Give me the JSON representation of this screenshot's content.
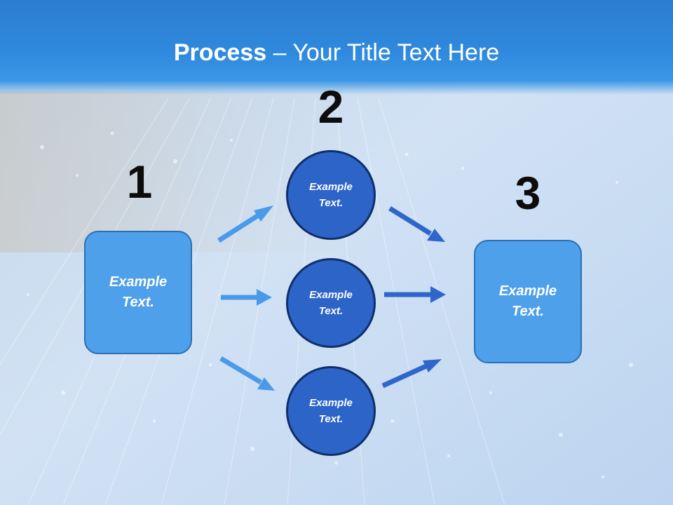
{
  "title": {
    "bold": "Process",
    "rest": " – Your Title Text Here"
  },
  "steps": [
    {
      "number": "1",
      "text": "Example Text."
    },
    {
      "number": "2"
    },
    {
      "number": "3",
      "text": "Example Text."
    }
  ],
  "circles": [
    {
      "text": "Example Text."
    },
    {
      "text": "Example Text."
    },
    {
      "text": "Example Text."
    }
  ],
  "colors": {
    "header": "#2f89dd",
    "box_fill": "#4ea0ea",
    "box_border": "#2a6fb4",
    "circle_fill": "#2d64c8",
    "circle_border": "#0f2f68",
    "arrow_left": "#4a9aea",
    "arrow_right": "#2f66cc"
  }
}
